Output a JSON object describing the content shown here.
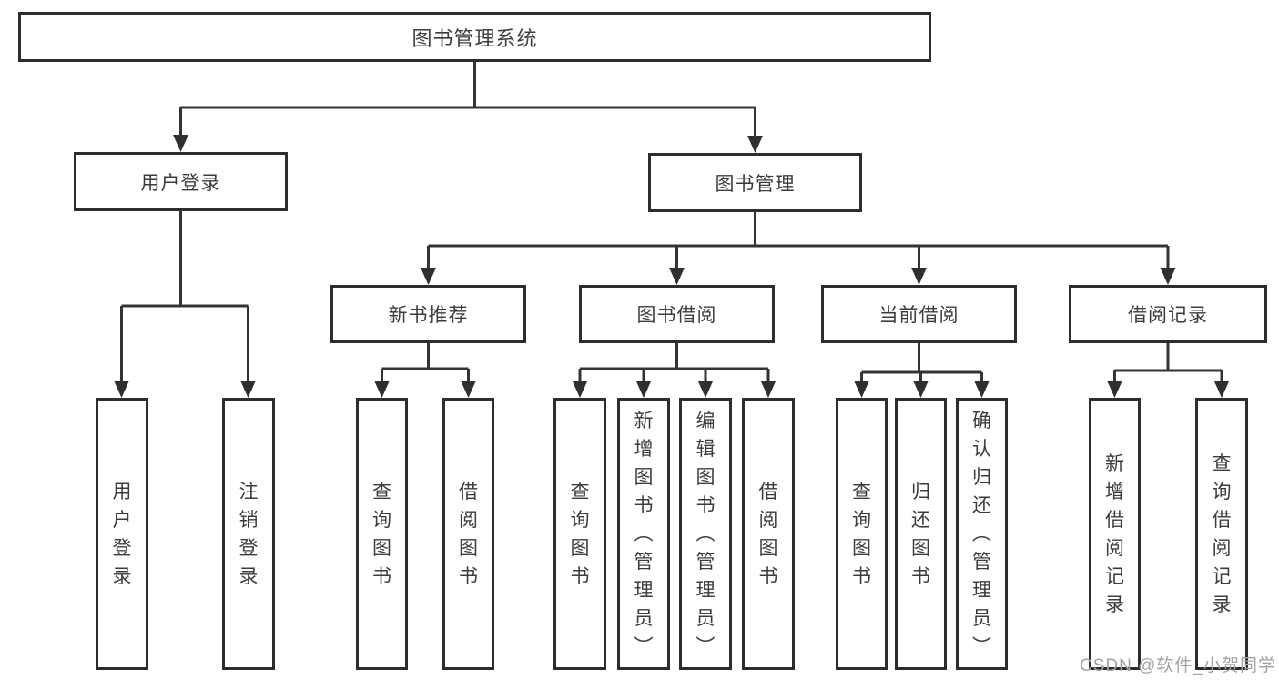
{
  "diagram": {
    "title": "图书管理系统",
    "watermark": "CSDN @软件_小贺同学",
    "colors": {
      "line": "#333333",
      "box_border": "#2d2d2d",
      "text": "#3c3c3c",
      "watermark": "#a3a3a3",
      "background": "#ffffff"
    },
    "level2": {
      "user_login": {
        "label": "用户登录",
        "children": [
          "用户登录",
          "注销登录"
        ]
      },
      "book_mgmt": {
        "label": "图书管理",
        "sections": [
          {
            "label": "新书推荐",
            "children": [
              "查询图书",
              "借阅图书"
            ]
          },
          {
            "label": "图书借阅",
            "children": [
              "查询图书",
              "新增图书（管理员）",
              "编辑图书（管理员）",
              "借阅图书"
            ]
          },
          {
            "label": "当前借阅",
            "children": [
              "查询图书",
              "归还图书",
              "确认归还（管理员）"
            ]
          },
          {
            "label": "借阅记录",
            "children": [
              "新增借阅记录",
              "查询借阅记录"
            ]
          }
        ]
      }
    }
  }
}
